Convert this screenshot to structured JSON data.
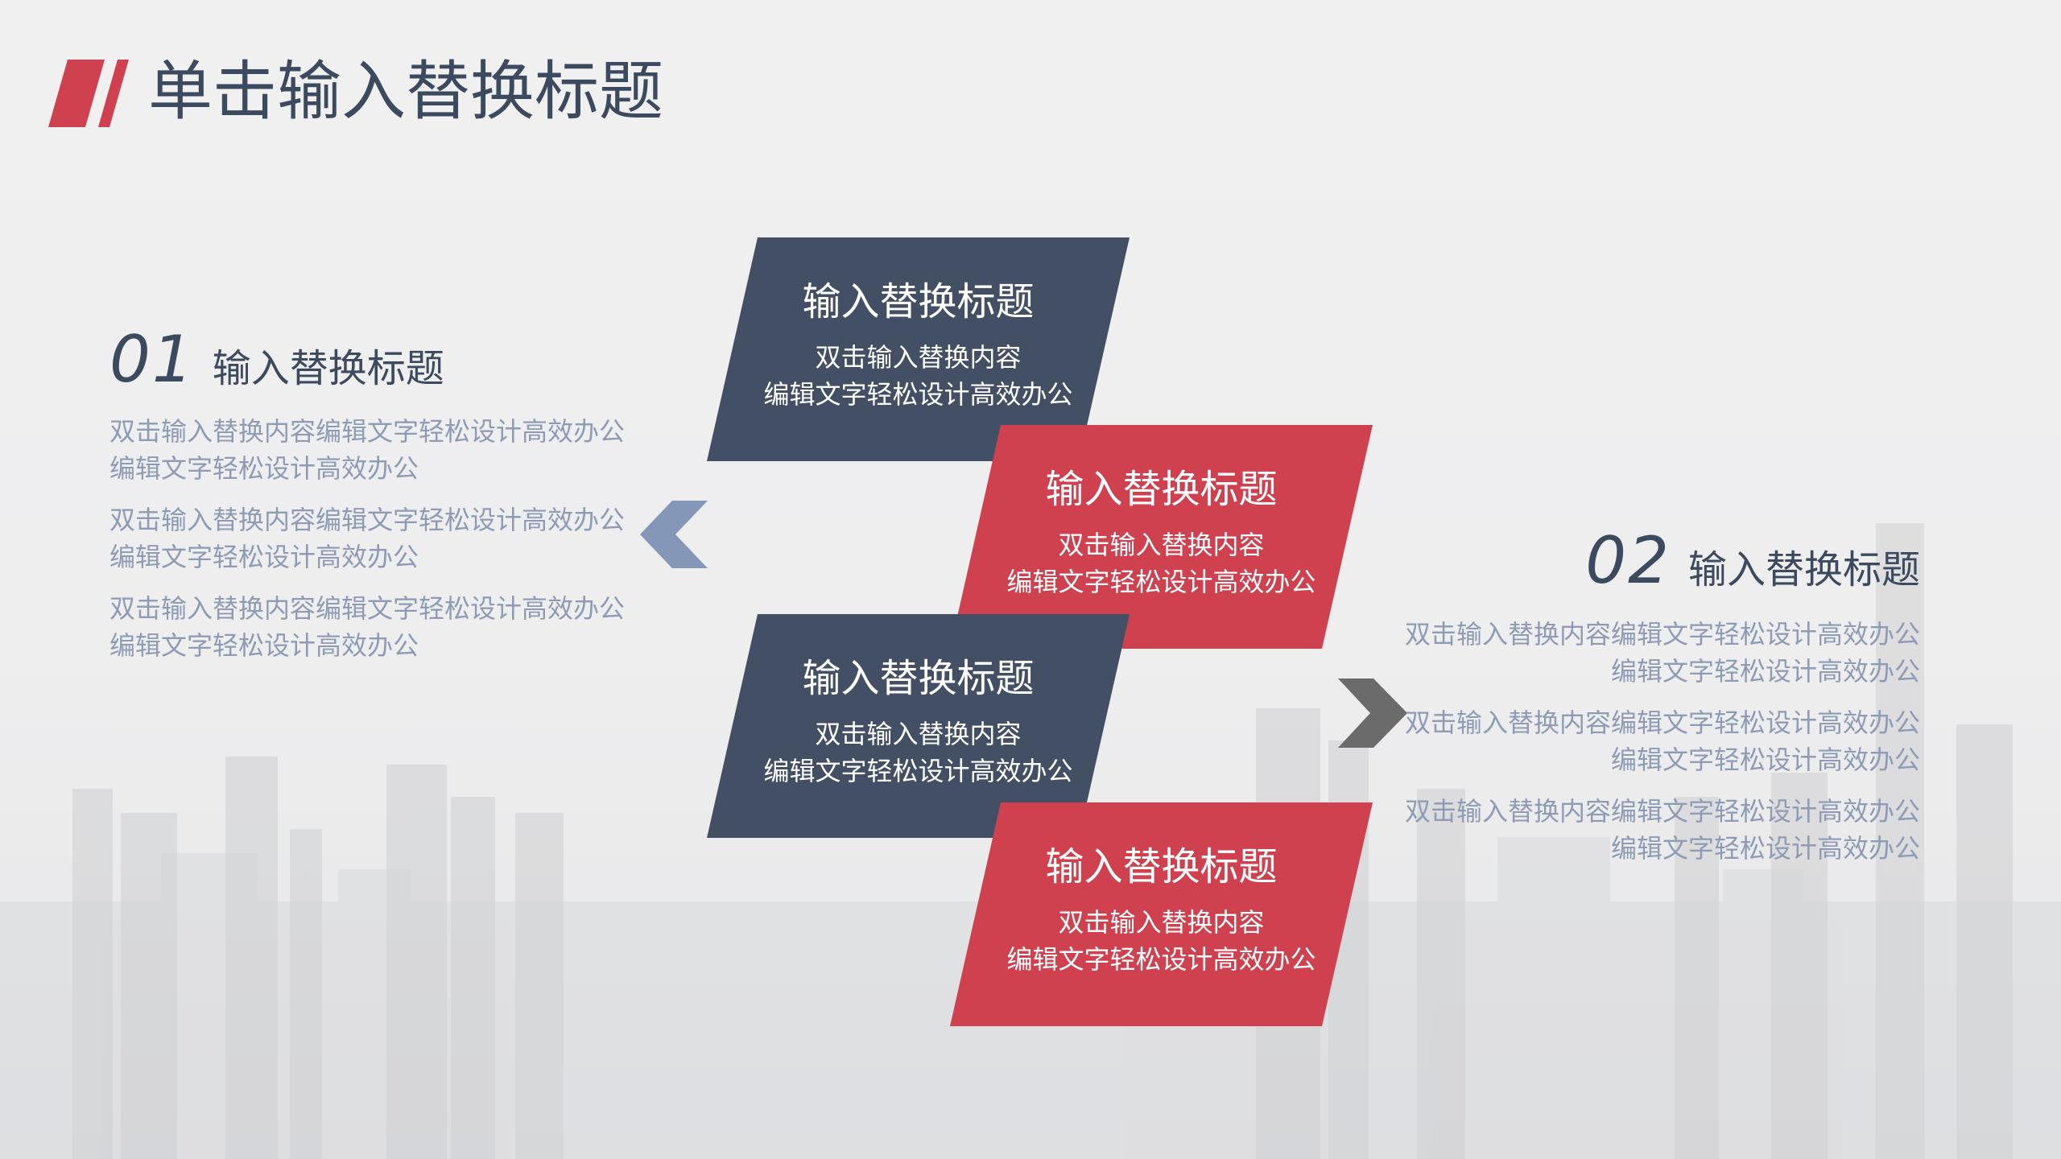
{
  "slide": {
    "title": "单击输入替换标题"
  },
  "left_block": {
    "number": "01",
    "title": "输入替换标题",
    "paragraphs": [
      [
        "双击输入替换内容编辑文字轻松设计高效办公",
        "编辑文字轻松设计高效办公"
      ],
      [
        "双击输入替换内容编辑文字轻松设计高效办公",
        "编辑文字轻松设计高效办公"
      ],
      [
        "双击输入替换内容编辑文字轻松设计高效办公",
        "编辑文字轻松设计高效办公"
      ]
    ]
  },
  "right_block": {
    "number": "02",
    "title": "输入替换标题",
    "paragraphs": [
      [
        "双击输入替换内容编辑文字轻松设计高效办公",
        "编辑文字轻松设计高效办公"
      ],
      [
        "双击输入替换内容编辑文字轻松设计高效办公",
        "编辑文字轻松设计高效办公"
      ],
      [
        "双击输入替换内容编辑文字轻松设计高效办公",
        "编辑文字轻松设计高效办公"
      ]
    ]
  },
  "cards": [
    {
      "title": "输入替换标题",
      "line1": "双击输入替换内容",
      "line2": "编辑文字轻松设计高效办公",
      "color": "#424f64"
    },
    {
      "title": "输入替换标题",
      "line1": "双击输入替换内容",
      "line2": "编辑文字轻松设计高效办公",
      "color": "#d0414f"
    },
    {
      "title": "输入替换标题",
      "line1": "双击输入替换内容",
      "line2": "编辑文字轻松设计高效办公",
      "color": "#424f64"
    },
    {
      "title": "输入替换标题",
      "line1": "双击输入替换内容",
      "line2": "编辑文字轻松设计高效办公",
      "color": "#d0414f"
    }
  ],
  "icons": {
    "title_mark": "slash-stripes-icon",
    "left_arrow": "chevron-left-icon",
    "right_arrow": "chevron-right-icon"
  },
  "colors": {
    "accent_red": "#d0414f",
    "dark_navy": "#424f64",
    "title_text": "#3c4a60",
    "body_text": "#8d9bb5",
    "left_chevron": "#8597b8",
    "right_chevron": "#6b6b6b"
  }
}
